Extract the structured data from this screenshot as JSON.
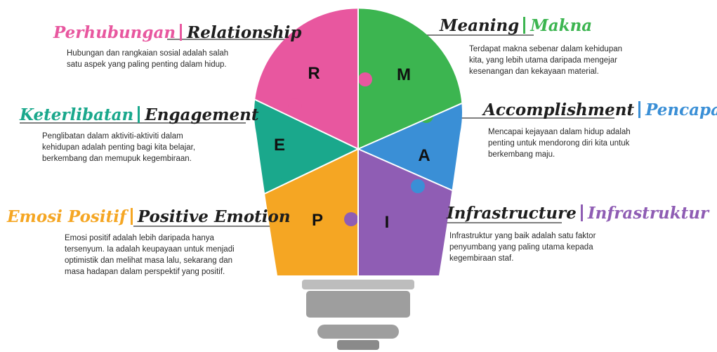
{
  "colors": {
    "relationship": "#e8579f",
    "meaning": "#3cb550",
    "engagement": "#1aa88c",
    "accomplishment": "#3a8fd6",
    "positive": "#f5a623",
    "infrastructure": "#8f5db4",
    "base": "#9e9e9e"
  },
  "relationship": {
    "title_ms": "Perhubungan",
    "title_en": "Relationship",
    "letter": "R",
    "lines": [
      "Hubungan dan rangkaian sosial adalah salah",
      "satu aspek yang paling penting dalam hidup."
    ]
  },
  "meaning": {
    "title_en": "Meaning",
    "title_ms": "Makna",
    "letter": "M",
    "lines": [
      "Terdapat makna sebenar dalam kehidupan",
      "kita, yang lebih utama daripada mengejar",
      "kesenangan dan kekayaan material."
    ]
  },
  "engagement": {
    "title_ms": "Keterlibatan",
    "title_en": "Engagement",
    "letter": "E",
    "lines": [
      "Penglibatan dalam aktiviti-aktiviti dalam",
      "kehidupan adalah penting bagi kita belajar,",
      "berkembang dan memupuk kegembiraan."
    ]
  },
  "accomplishment": {
    "title_en": "Accomplishment",
    "title_ms": "Pencapaian",
    "letter": "A",
    "lines": [
      "Mencapai kejayaan dalam hidup adalah",
      "penting untuk mendorong diri kita untuk",
      "berkembang maju."
    ]
  },
  "positive": {
    "title_ms": "Emosi Positif",
    "title_en": "Positive Emotion",
    "letter": "P",
    "lines": [
      "Emosi positif adalah lebih daripada hanya",
      "tersenyum. Ia adalah keupayaan untuk menjadi",
      "optimistik dan melihat masa lalu, sekarang dan",
      "masa hadapan dalam perspektif yang positif."
    ]
  },
  "infrastructure": {
    "title_en": "Infrastructure",
    "title_ms": "Infrastruktur",
    "letter": "I",
    "lines": [
      "Infrastruktur yang baik adalah satu faktor",
      "penyumbang yang paling utama kepada",
      "kegembiraan staf."
    ]
  }
}
